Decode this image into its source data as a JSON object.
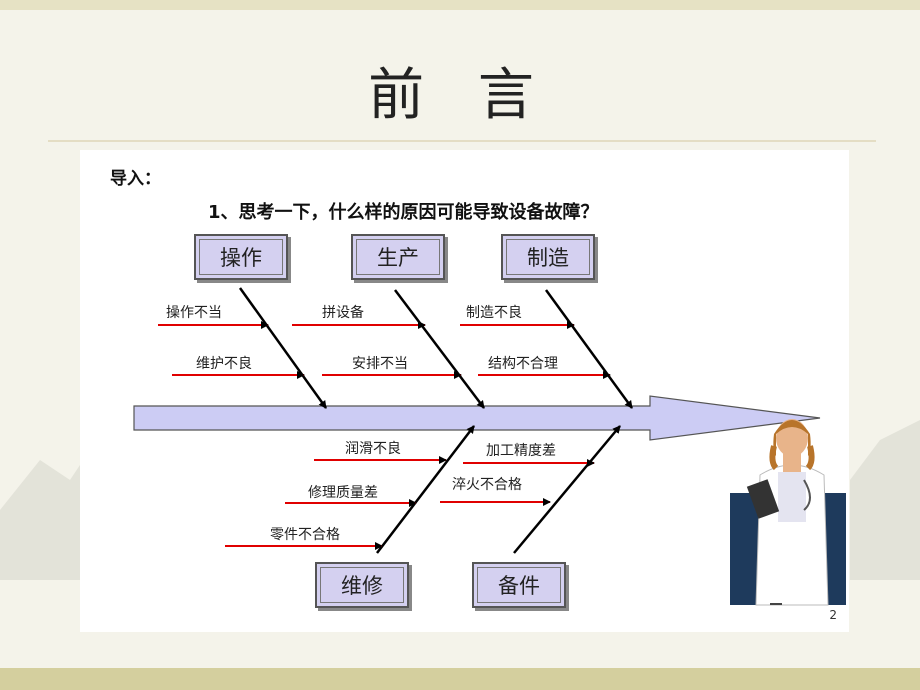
{
  "title": "前 言",
  "slide": {
    "intro": "导入：",
    "question": "1、思考一下，什么样的原因可能导致设备故障？",
    "page_number": "2"
  },
  "categories": {
    "top": [
      "操作",
      "生产",
      "制造"
    ],
    "bottom": [
      "维修",
      "备件"
    ]
  },
  "causes": {
    "operation": [
      "操作不当",
      "维护不良"
    ],
    "production": [
      "拼设备",
      "安排不当"
    ],
    "manufacturing": [
      "制造不良",
      "结构不合理"
    ],
    "maintenance": [
      "润滑不良",
      "修理质量差",
      "零件不合格"
    ],
    "spare_parts": [
      "加工精度差",
      "淬火不合格"
    ]
  },
  "colors": {
    "spine_fill": "#ccccf4",
    "box_fill": "#d4d0f0",
    "cause_arrow": "#e00000",
    "bone": "#000000"
  }
}
